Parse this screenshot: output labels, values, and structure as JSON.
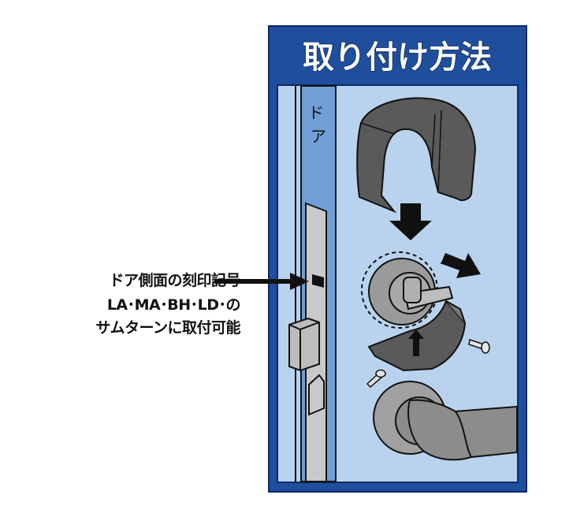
{
  "title": "取り付け方法",
  "door_label": [
    "ド",
    "ア"
  ],
  "callout": {
    "line1": "ドア側面の刻印記号",
    "line2": "LA･MA･BH･LD･の",
    "line3": "サムターンに取付可能"
  },
  "colors": {
    "frame_blue": "#1f4e9c",
    "panel_light_blue": "#b9d3ee",
    "door_blue": "#6f9fd6",
    "part_gray": "#5a5a5a",
    "metal_gray": "#9a9a9a"
  }
}
